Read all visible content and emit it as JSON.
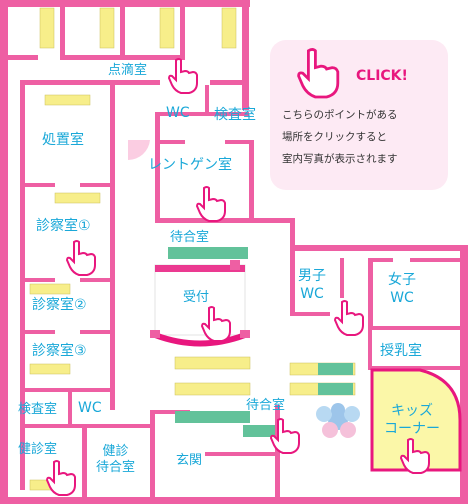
{
  "info_box": {
    "title": "CLICK!",
    "text": "こちらのポイントがある\n場所をクリックすると\n室内写真が表示されます"
  },
  "rooms": {
    "drip_room": "点滴室",
    "wc_upper": "WC",
    "exam_upper": "検査室",
    "treatment": "処置室",
    "xray": "レントゲン室",
    "consult_1": "診察室①",
    "waiting_upper": "待合室",
    "reception": "受付",
    "mens_wc": "男子\nWC",
    "womens_wc": "女子\nWC",
    "consult_2": "診察室②",
    "consult_3": "診察室③",
    "nursing": "授乳室",
    "exam_lower": "検査室",
    "wc_lower": "WC",
    "waiting_lower": "待合室",
    "kids_corner": "キッズ\nコーナー",
    "checkup_room": "健診室",
    "checkup_waiting": "健診\n待合室",
    "entrance": "玄関"
  },
  "colors": {
    "wall": "#ee5fa3",
    "label": "#1aa8d8",
    "accent": "#e8177e",
    "bench_yellow": "#f7ee8a",
    "bench_green": "#62c29a",
    "kids_fill": "#fbf7a8"
  },
  "icons": {
    "pointer": "hand-pointer-icon",
    "flower": "flower-rug-icon"
  }
}
